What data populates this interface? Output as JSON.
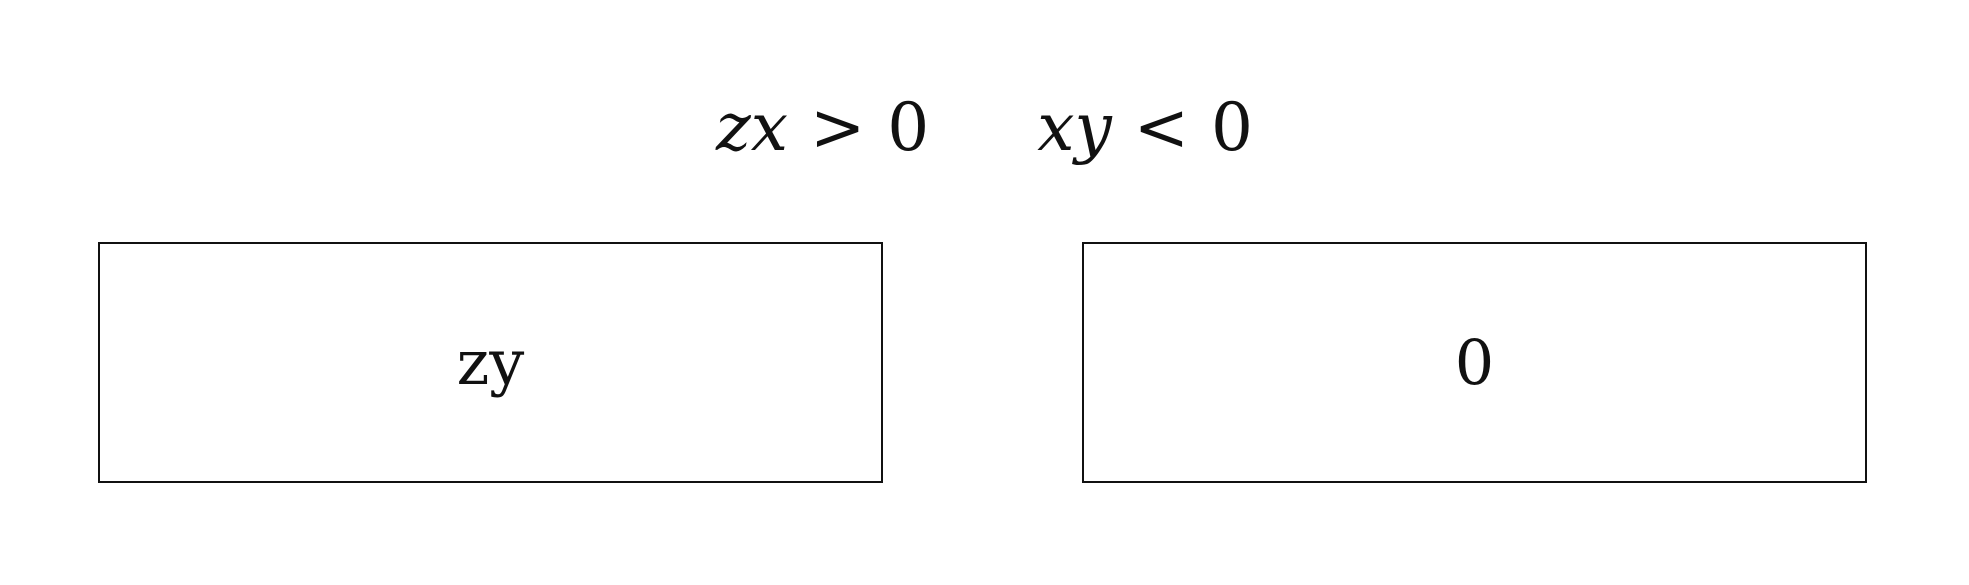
{
  "formula": {
    "first": {
      "lhs": "zx",
      "op": ">",
      "rhs": "0"
    },
    "second": {
      "lhs": "xy",
      "op": "<",
      "rhs": "0"
    }
  },
  "boxes": [
    {
      "label": "zy"
    },
    {
      "label": "0"
    }
  ]
}
